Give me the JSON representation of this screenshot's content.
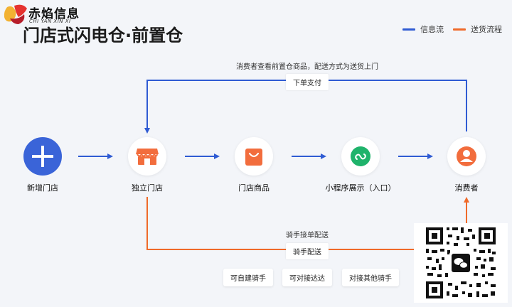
{
  "brand": {
    "name": "赤焰信息",
    "sub": "CHI YAN XIN XI"
  },
  "title": "门店式闪电仓·前置仓",
  "legend": [
    {
      "label": "信息流",
      "color": "#2f5bd3"
    },
    {
      "label": "送货流程",
      "color": "#ef6a2a"
    }
  ],
  "nodes": [
    {
      "label": "新增门店",
      "icon": "plus-icon"
    },
    {
      "label": "独立门店",
      "icon": "store-icon"
    },
    {
      "label": "门店商品",
      "icon": "shopping-bag-icon"
    },
    {
      "label": "小程序展示（入口）",
      "icon": "mini-program-icon"
    },
    {
      "label": "消费者",
      "icon": "user-icon"
    }
  ],
  "top_flow": {
    "note": "消费者查看前置仓商品，配送方式为送货上门",
    "tag": "下单支付"
  },
  "bottom_flow": {
    "note": "骑手接单配送",
    "tag": "骑手配送",
    "options": [
      "可自建骑手",
      "可对接达达",
      "对接其他骑手"
    ]
  },
  "colors": {
    "info": "#2f5bd3",
    "delivery": "#ef6a2a",
    "orange_icon": "#f26d3d",
    "green_icon": "#1fb36b",
    "blue_node": "#3a64d8"
  },
  "qr": {
    "icon": "wechat-icon"
  }
}
